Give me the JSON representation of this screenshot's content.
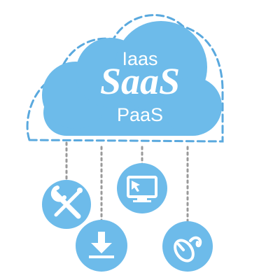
{
  "diagram": {
    "cloud": {
      "labels": {
        "top": "Iaas",
        "middle": "SaaS",
        "bottom": "PaaS"
      }
    },
    "icons": [
      {
        "name": "tools-icon",
        "meaning": "wrench and screwdriver"
      },
      {
        "name": "download-icon",
        "meaning": "download arrow"
      },
      {
        "name": "monitor-cursor-icon",
        "meaning": "monitor with cursor"
      },
      {
        "name": "mouse-icon",
        "meaning": "computer mouse"
      }
    ]
  },
  "colors": {
    "cloud_fill": "#6dbbea",
    "dashed_outline": "#5aa9de",
    "icon_circle": "#6dbbea",
    "icon_glyph": "#ffffff",
    "connector": "#9a9a9a",
    "background": "#ffffff"
  }
}
